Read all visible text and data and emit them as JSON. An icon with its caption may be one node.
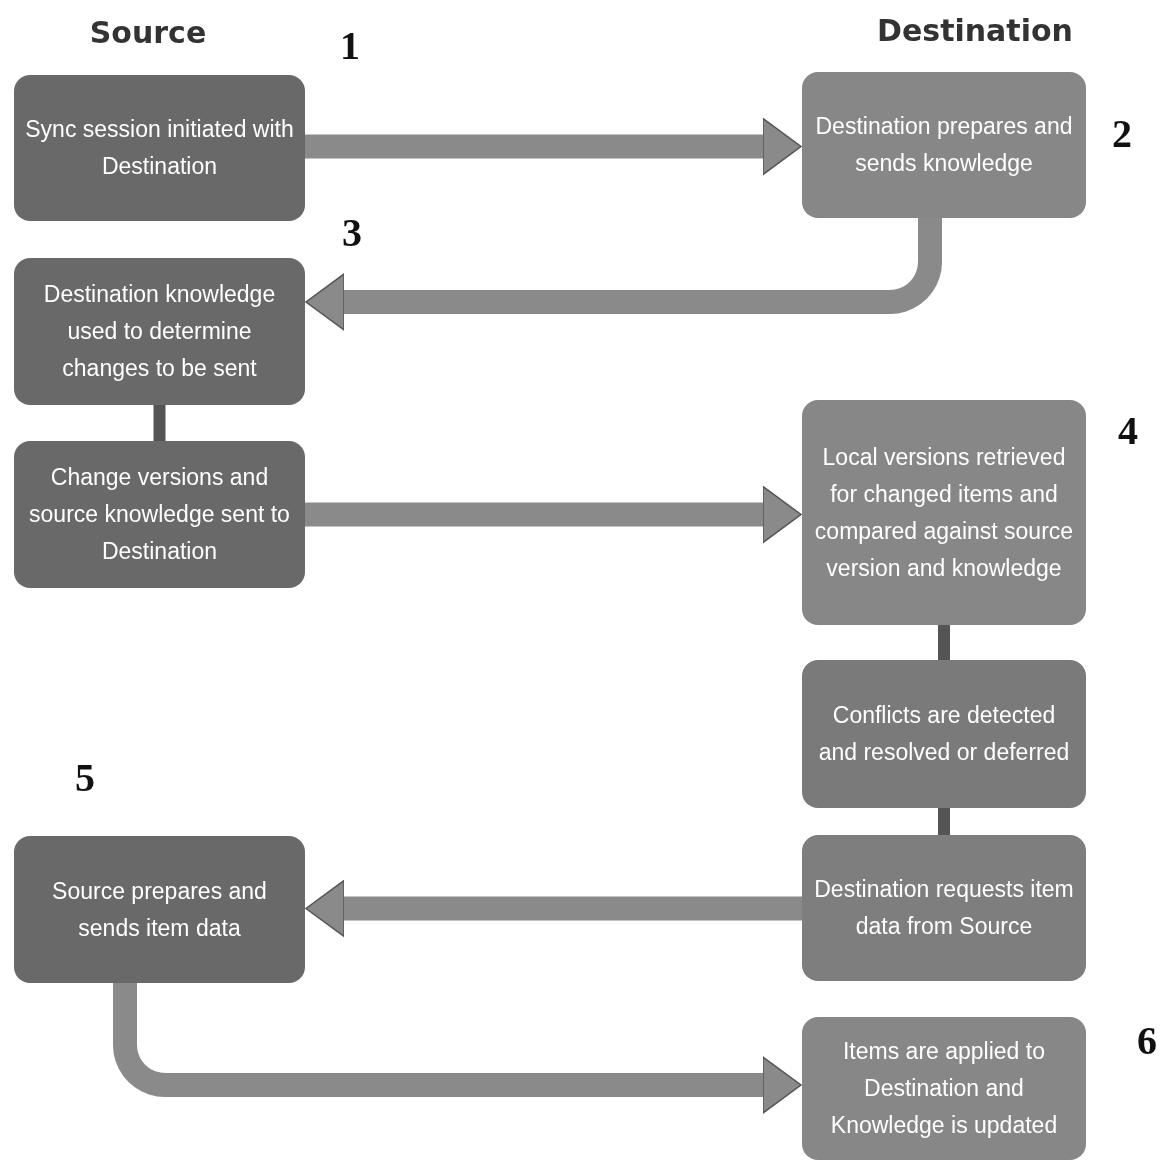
{
  "diagram": {
    "nodes": [
      {
        "text": [
          "Sync session initiated with Destination"
        ]
      },
      {
        "text": [
          "Destination prepares and sends knowledge"
        ]
      },
      {
        "text": [
          "Destination knowledge used to determine changes to be sent"
        ]
      },
      {
        "text": [
          "Change versions and source knowledge sent to Destination"
        ]
      },
      {
        "text": [
          "Local versions retrieved for changed items and compared against source version and knowledge"
        ]
      },
      {
        "text": [
          "Conflicts are detected and resolved or deferred"
        ]
      },
      {
        "text": [
          "Destination requests item data from Source"
        ]
      },
      {
        "text": [
          "Source prepares and sends item data"
        ]
      },
      {
        "text": [
          "Items are applied to Destination and Knowledge is updated"
        ]
      }
    ],
    "edges": [
      {
        "from": 0,
        "to": 1,
        "arrow": "to"
      },
      {
        "from": 1,
        "to": 2,
        "arrow": "to"
      },
      {
        "from": 2,
        "to": 3,
        "arrow": "none"
      },
      {
        "from": 3,
        "to": 4,
        "arrow": "to"
      },
      {
        "from": 4,
        "to": 5,
        "arrow": "none"
      },
      {
        "from": 5,
        "to": 6,
        "arrow": "none"
      },
      {
        "from": 6,
        "to": 7,
        "arrow": "to"
      },
      {
        "from": 7,
        "to": 8,
        "arrow": "to"
      }
    ],
    "labels": [
      "Source",
      "1",
      "Destination",
      "2",
      "3",
      "4",
      "5",
      "6"
    ]
  }
}
